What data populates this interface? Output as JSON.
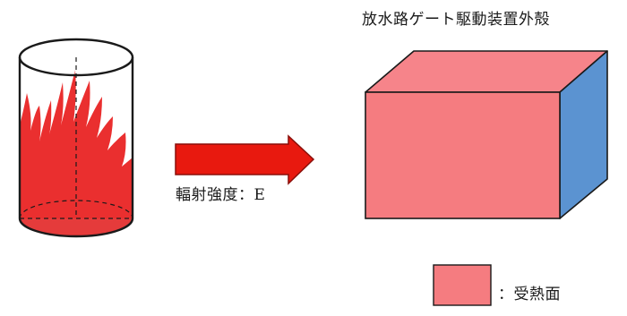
{
  "diagram": {
    "box_title": "放水路ゲート駆動装置外殻",
    "arrow_label": "輻射強度：E",
    "legend_label": "：受熱面"
  },
  "colors": {
    "flame": "#ea2f2f",
    "flame_base": "#e53b3b",
    "arrow": "#e8190f",
    "box_front": "#f57c80",
    "box_top": "#f6848a",
    "box_side": "#5b93d1",
    "heat_receiving_surface": "#f57c80",
    "outline": "#1a1a1a"
  },
  "icons": {
    "fire_source": "cylinder-with-flames",
    "radiation_arrow": "right-arrow"
  }
}
